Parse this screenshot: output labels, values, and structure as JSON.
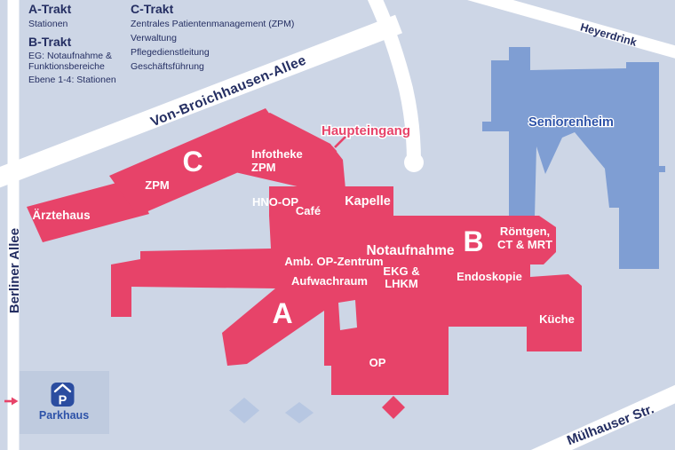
{
  "legend": {
    "a_trakt": {
      "title": "A-Trakt",
      "lines": [
        "Stationen"
      ]
    },
    "b_trakt": {
      "title": "B-Trakt",
      "lines": [
        "EG: Notaufnahme &",
        "Funktionsbereiche",
        "Ebene 1-4: Stationen"
      ]
    },
    "c_trakt": {
      "title": "C-Trakt",
      "lines": [
        "Zentrales Patientenmanagement (ZPM)",
        "Verwaltung",
        "Pflegedienstleitung",
        "Geschäftsführung"
      ]
    }
  },
  "streets": {
    "von_broichhausen": "Von-Broichhausen-Allee",
    "heyerdrink": "Heyerdrink",
    "berliner_allee": "Berliner Allee",
    "muelhauser": "Mülhauser Str."
  },
  "entrance": {
    "label": "Haupteingang"
  },
  "buildings": {
    "aerztehaus": "Ärztehaus",
    "c_letter": "C",
    "zpm": "ZPM",
    "infotheke_line1": "Infotheke",
    "infotheke_line2": "ZPM",
    "hno_op": "HNO-OP",
    "cafe": "Café",
    "kapelle": "Kapelle",
    "notaufnahme": "Notaufnahme",
    "b_letter": "B",
    "roentgen_line1": "Röntgen,",
    "roentgen_line2": "CT & MRT",
    "ekg_line1": "EKG &",
    "ekg_line2": "LHKM",
    "endoskopie": "Endoskopie",
    "amb_op_zentrum": "Amb. OP-Zentrum",
    "aufwachraum": "Aufwachraum",
    "a_letter": "A",
    "op": "OP",
    "kueche": "Küche",
    "seniorenheim": "Seniorenheim"
  },
  "parkhaus": {
    "label": "Parkhaus",
    "icon_letter": "P"
  },
  "colors": {
    "background": "#cdd6e6",
    "road": "#ffffff",
    "hospital_pink": "#e74369",
    "seniorenheim_blue": "#7f9ed3",
    "navy_text": "#242e62",
    "parkhaus_lot": "#bfcbdf",
    "parkhaus_icon": "#2b4da0",
    "parkhaus_text": "#2d52a8",
    "building_label": "#ffffff"
  }
}
